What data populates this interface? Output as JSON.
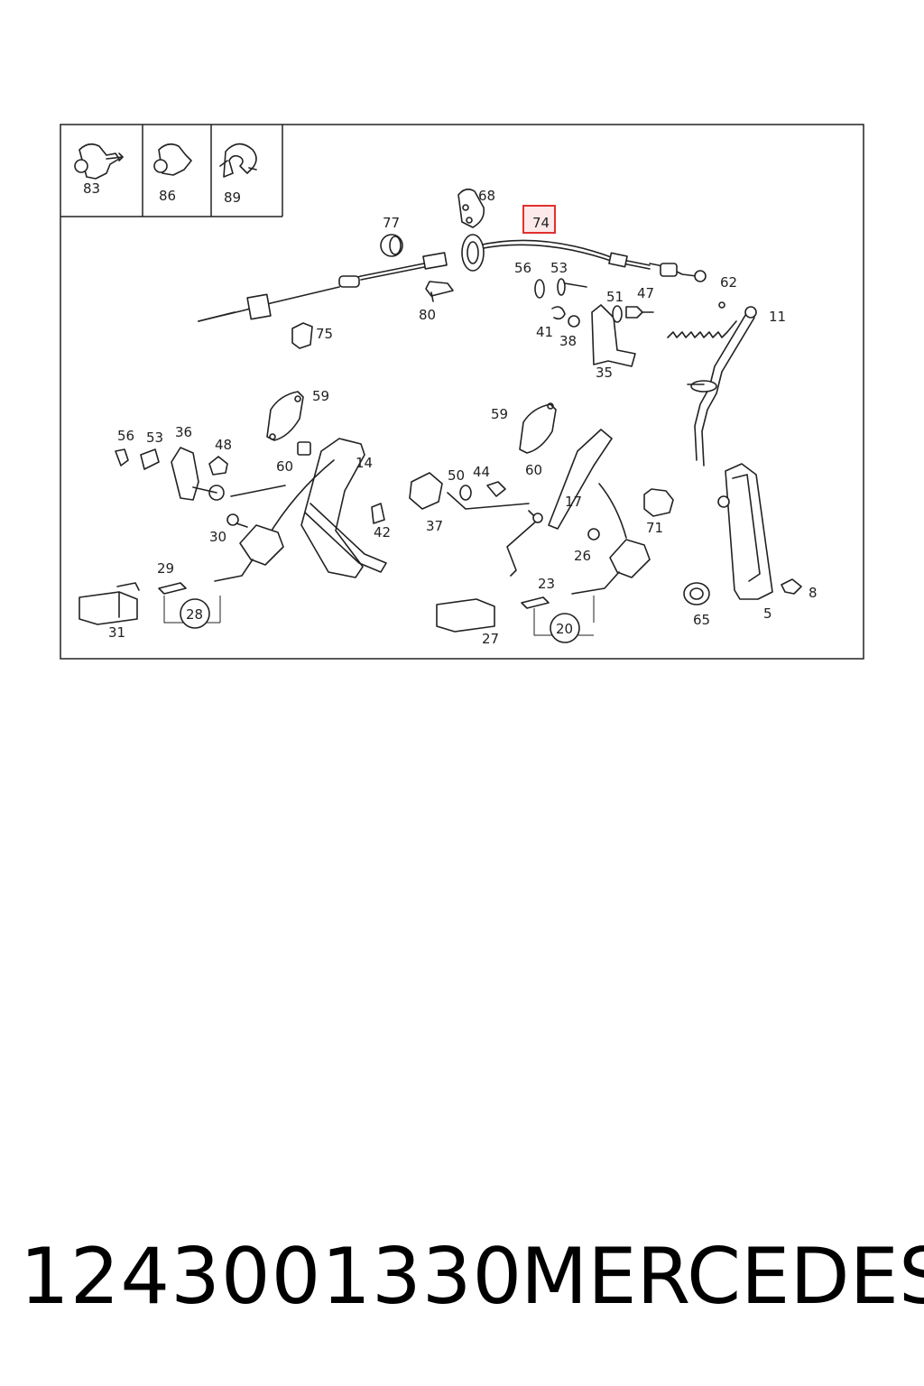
{
  "diagram": {
    "labels": {
      "l83": "83",
      "l86": "86",
      "l89": "89",
      "l68": "68",
      "l74": "74",
      "l77": "77",
      "l56a": "56",
      "l53a": "53",
      "l62": "62",
      "l51": "51",
      "l47": "47",
      "l11": "11",
      "l80": "80",
      "l75": "75",
      "l41": "41",
      "l38": "38",
      "l35": "35",
      "l59a": "59",
      "l59b": "59",
      "l56b": "56",
      "l53b": "53",
      "l36": "36",
      "l48": "48",
      "l60a": "60",
      "l14": "14",
      "l50": "50",
      "l44": "44",
      "l60b": "60",
      "l17": "17",
      "l71": "71",
      "l30": "30",
      "l42": "42",
      "l37": "37",
      "l29": "29",
      "l26": "26",
      "l23": "23",
      "l8": "8",
      "l28": "28",
      "l20": "20",
      "l65": "65",
      "l5": "5",
      "l31": "31",
      "l27": "27"
    },
    "highlighted_part": "74",
    "highlight_color": "#e03030"
  },
  "footer": {
    "part_number": "1243001330",
    "brand": "MERCEDES"
  }
}
